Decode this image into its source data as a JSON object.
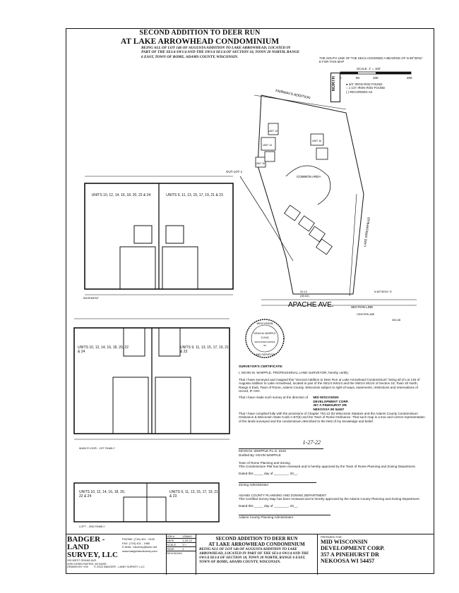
{
  "header": {
    "title_line1": "SECOND ADDITION TO DEER RUN",
    "title_line2": "AT LAKE ARROWHEAD CONDOMINIUM",
    "subtitle": "BEING ALL OF LOT 146 OF AUGUSTA ADDITION TO LAKE ARROWHEAD, LOCATED IN PART OF THE SE1/4 SW1/4 AND THE SW1/4 SE1/4 OF SECTION 18, TOWN 20 NORTH, RANGE 6 EAST, TOWN OF ROME, ADAMS COUNTY, WISCONSIN."
  },
  "legend": {
    "bearing_note": "THE SOUTH LINE OF THE SE1/4 ASSIGNED A BEARING OF N 89°35'51\" E FOR THIS MAP",
    "scale_label": "SCALE: 1\" = 100'",
    "scale_ticks": [
      "0",
      "50",
      "100",
      "200"
    ],
    "north_label": "NORTH",
    "items": [
      "3/4\" IRON ROD FOUND",
      "1 1/4\" IRON ROD FOUND",
      "( ) RECORDED AS"
    ]
  },
  "site_plan": {
    "labels": {
      "adjacent_addition": "FAIRWAYS ADDITION",
      "common_area": "COMMON AREA",
      "outlot": "OUT LOT 1",
      "street": "APACHE AVE.",
      "road": "LAKE ARROWHEAD",
      "section_line": "SECTION LINE",
      "centerline": "CENTERLINE",
      "units": [
        "UNIT 13",
        "UNIT 14",
        "UNIT 15",
        "UNIT 16"
      ],
      "dims": [
        "33.12",
        "(33.02)",
        "N 89°35'51\" E",
        "264.46"
      ]
    }
  },
  "plans": {
    "upper_units_left": "UNITS 10, 12, 14, 16, 18, 20, 22 & 24",
    "upper_units_right": "UNITS 9, 11, 13, 15, 17, 19, 21 & 23",
    "basement_label": "BASEMENT",
    "main_units_left": "UNITS 10, 12, 14, 16, 18, 20, 22 & 24",
    "main_units_right": "UNITS 9, 11, 13, 15, 17, 19, 21 & 23",
    "main_floor_label": "MAIN FLOOR - 1ST FAMILY",
    "loft_units_left": "UNITS 10, 12, 14, 16, 18, 20, 22 & 24",
    "loft_units_right": "UNITS 9, 11, 13, 15, 17, 19, 21 & 23",
    "loft_label": "LOFT - 2ND FAMILY"
  },
  "seal": {
    "lines": [
      "WISCONSIN",
      "KEVIN M. WHIPPLE",
      "S-2443",
      "WISCONSIN RAPIDS",
      "WI",
      "LAND SURVEYOR"
    ]
  },
  "certificate": {
    "heading": "SURVEYOR'S CERTIFICATE:",
    "p1": "I, KEVIN M. WHIPPLE, PROFESSIONAL LAND SURVEYOR, hereby certify;",
    "p2": "That I have surveyed and mapped this \"Second Addition to Deer Run at Lake Arrowhead Condominium\" being all of Lot 146 of Augusta Addition to Lake Arrowhead, located in part of the SE1/4 SW1/4 and the SW1/4 SE1/4 of Section 18, Town 20 North, Range 6 East, Town of Rome, Adams County, Wisconsin subject to right-of-ways, easements, restrictions and reservations of record, IF ANY.",
    "p3": "That I have made such survey at the direction of",
    "client_block": [
      "MID WISCONSIN",
      "DEVELOPMENT CORP.",
      "357 A PINEHURST DR",
      "NEKOOSA WI 54457"
    ],
    "p4": "That I have complied fully with the provisions of Chapter 703.13 (6) Wisconsin Statutes and the Adams County Condominium Ordinance & Wisconsin State Code A-E7(6) and the Town of Rome Ordinance. That such map is a true and correct representation of the lands surveyed and the condominium described to the best of my knowledge and belief.",
    "signature_date": "1-27-22",
    "signer": "KEVIN M. WHIPPLE P.L.S. 2443",
    "drafted": "Drafted By: KEVIN WHIPPLE"
  },
  "approvals": {
    "town_heading": "Town of Rome Planning and Zoning",
    "town_text": "This Condominium Plat has been reviewed and is hereby approved by the Town of Rome Planning and Zoning Department.",
    "dated_line": "Dated this _____ day of ________, 20__.",
    "town_sign": "Zoning Administrator",
    "county_heading": "ADAMS COUNTY PLANNING AND ZONING DEPARTMENT",
    "county_text": "This Certified Survey Map has been reviewed and is hereby approved by the Adams County Planning and Zoning Department.",
    "county_dated_line": "Dated this _____ day of ________, 20__.",
    "county_sign": "Adams County Planning Administrator"
  },
  "title_block": {
    "company_line1": "BADGER - LAND",
    "company_line2": "SURVEY, LLC",
    "address": [
      "205 WEST GRAND AVE.",
      "WISCONSIN RAPIDS, WI 54495"
    ],
    "contact": [
      "PHONE: (715) 424 - 3100",
      "FAX: (715) 421 - 1980",
      "E-MAIL: blsurvey@wctc.net",
      "www.badgerlandsurvey.com"
    ],
    "job_rows": [
      [
        "JOB #",
        "1356AC"
      ],
      [
        "DATE",
        "1-20-22"
      ],
      [
        "SCALE",
        "1\"="
      ],
      [
        "PAGE",
        "1"
      ],
      [
        "REVISIONS",
        ""
      ]
    ],
    "drawn_by": "DRAWN BY: KW",
    "copyright": "© 2022 BADGER - LAND SURVEY, LLC",
    "center_title1": "SECOND ADDITION TO DEER RUN",
    "center_title2": "AT LAKE ARROWHEAD CONDOMINIUM",
    "center_desc": "BEING ALL OF LOT 146 OF AUGUSTA ADDITION TO LAKE ARROWHEAD, LOCATED IN PART OF THE SE1/4 SW1/4 AND THE SW1/4 SE1/4 OF SECTION 18, TOWN 20 NORTH, RANGE 6 EAST, TOWN OF ROME, ADAMS COUNTY, WISCONSIN.",
    "prepared_for_label": "PREPARED FOR:",
    "prepared_for": [
      "MID WISCONSIN",
      "DEVELOPMENT CORP.",
      "357 A PINEHURST DR",
      "NEKOOSA WI 54457"
    ]
  }
}
